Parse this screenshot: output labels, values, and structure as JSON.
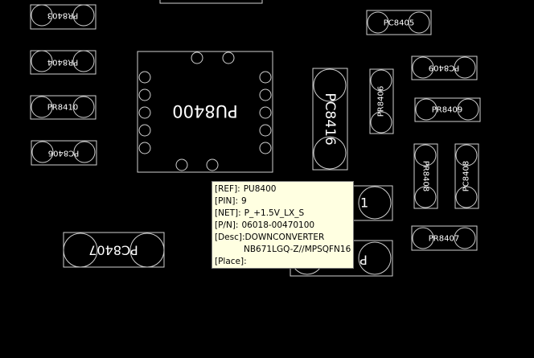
{
  "components": {
    "pr8403": "PR8403",
    "pr8404": "PR8404",
    "pr8410": "PR8410",
    "pc8406": "PC8406",
    "pc8407": "PC8407",
    "pu8400": "PU8400",
    "pc8416": "PC8416",
    "pr8406": "PR8406",
    "pc8405": "PC8405",
    "pc8409": "PC8409",
    "pr8409": "PR8409",
    "pr8408": "PR8408",
    "pc8408": "PC8408",
    "pr8407": "PR8407",
    "partial_1": "1",
    "partial_p": "P"
  },
  "tooltip": {
    "ref_key": "[REF]:",
    "ref_val": "PU8400",
    "pin_key": "[PIN]:",
    "pin_val": "9",
    "net_key": "[NET]:",
    "net_val": "P_+1.5V_LX_S",
    "pn_key": "[P/N]:",
    "pn_val": "06018-00470100",
    "desc_key": "[Desc]:",
    "desc_val": "DOWNCONVERTER",
    "desc_val2": "NB671LGQ-Z//MPSQFN16",
    "place_key": "[Place]:",
    "place_val": ""
  },
  "colors": {
    "background": "#000000",
    "outline": "#d0d0d0",
    "text": "#ffffff",
    "tooltip_bg": "#ffffe1"
  }
}
